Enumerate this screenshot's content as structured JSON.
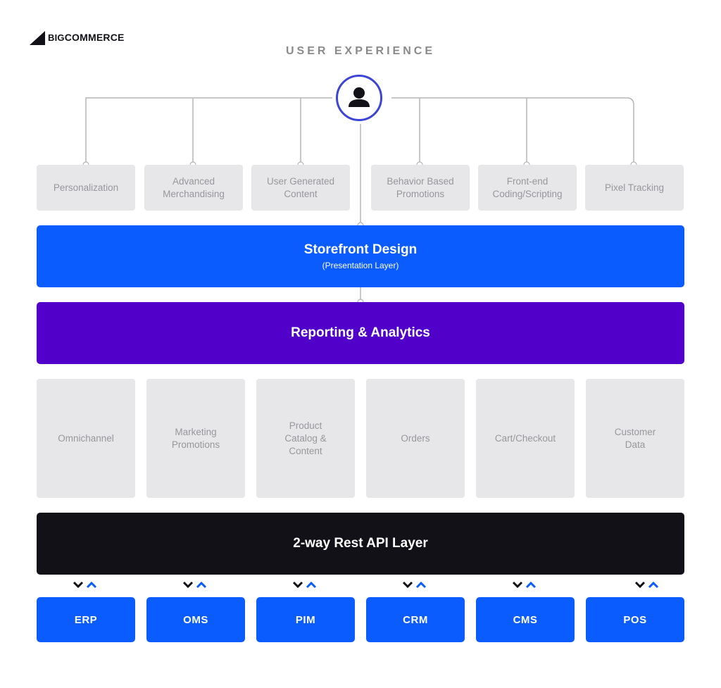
{
  "logo": {
    "big": "BIG",
    "rest": "COMMERCE"
  },
  "header": {
    "title": "USER EXPERIENCE"
  },
  "icons": {
    "user": "user-icon",
    "logo": "bigcommerce-logo-icon",
    "down": "chevron-down-icon",
    "up": "chevron-up-icon"
  },
  "experience_items": [
    {
      "label": "Personalization"
    },
    {
      "label": "Advanced Merchandising"
    },
    {
      "label": "User Generated Content"
    },
    {
      "label": "Behavior Based Promotions"
    },
    {
      "label": "Front-end Coding/Scripting"
    },
    {
      "label": "Pixel Tracking"
    }
  ],
  "layers": {
    "storefront": {
      "title": "Storefront Design",
      "subtitle": "(Presentation Layer)"
    },
    "reporting": {
      "title": "Reporting & Analytics"
    },
    "api": {
      "title": "2-way Rest API Layer"
    }
  },
  "capabilities": [
    {
      "label": "Omnichannel"
    },
    {
      "label": "Marketing Promotions"
    },
    {
      "label": "Product Catalog & Content"
    },
    {
      "label": "Orders"
    },
    {
      "label": "Cart/Checkout"
    },
    {
      "label": "Customer Data"
    }
  ],
  "systems": [
    {
      "label": "ERP"
    },
    {
      "label": "OMS"
    },
    {
      "label": "PIM"
    },
    {
      "label": "CRM"
    },
    {
      "label": "CMS"
    },
    {
      "label": "POS"
    }
  ],
  "colors": {
    "storefront": "#0b5cff",
    "reporting": "#5000c9",
    "api": "#121118",
    "system": "#0b5cff",
    "tile": "#e7e7ea",
    "accent_ring": "#3c45d6"
  }
}
